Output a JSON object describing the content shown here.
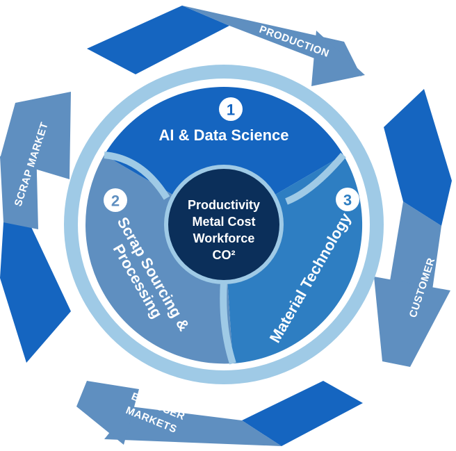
{
  "colors": {
    "arrow_dark": "#1565c0",
    "arrow_light": "#5f8fc0",
    "outer_ring": "#9fcae6",
    "segment_1": "#1565c0",
    "segment_2": "#5f8fc0",
    "segment_3": "#2e7ec2",
    "core": "#0b2f5a",
    "text": "#ffffff"
  },
  "cycle_arrows": [
    {
      "label": "PRODUCTION"
    },
    {
      "label": "CUSTOMER"
    },
    {
      "label_line1": "END USER",
      "label_line2": "MARKETS"
    },
    {
      "label": "SCRAP MARKET"
    }
  ],
  "segments": [
    {
      "number": "1",
      "title": "AI & Data Science"
    },
    {
      "number": "2",
      "title_line1": "Scrap Sourcing &",
      "title_line2": "Processing"
    },
    {
      "number": "3",
      "title": "Material Technology"
    }
  ],
  "core": {
    "line1": "Productivity",
    "line2": "Metal Cost",
    "line3": "Workforce",
    "line4": "CO²"
  }
}
